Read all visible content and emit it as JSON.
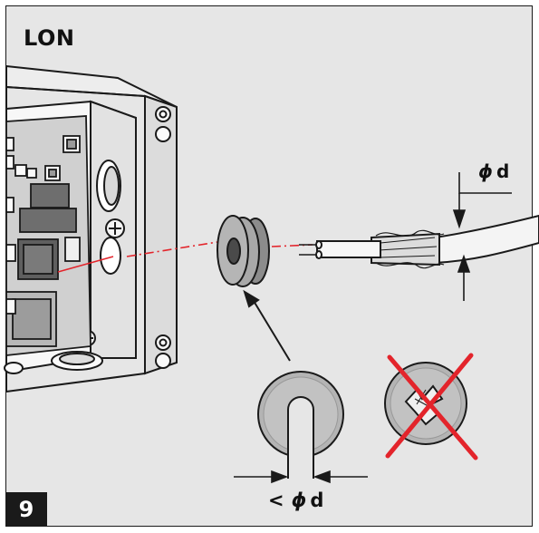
{
  "title": "LON",
  "step_number": "9",
  "diameter_symbol": "ϕ",
  "diameter_var": "d",
  "less_than": "<",
  "colors": {
    "accent_red": "#e3242b",
    "line": "#1a1a1a",
    "panel": "#e6e6e6"
  },
  "icons": [
    "housing-box",
    "circuit-board",
    "grommet",
    "cable",
    "wrong-cross"
  ]
}
